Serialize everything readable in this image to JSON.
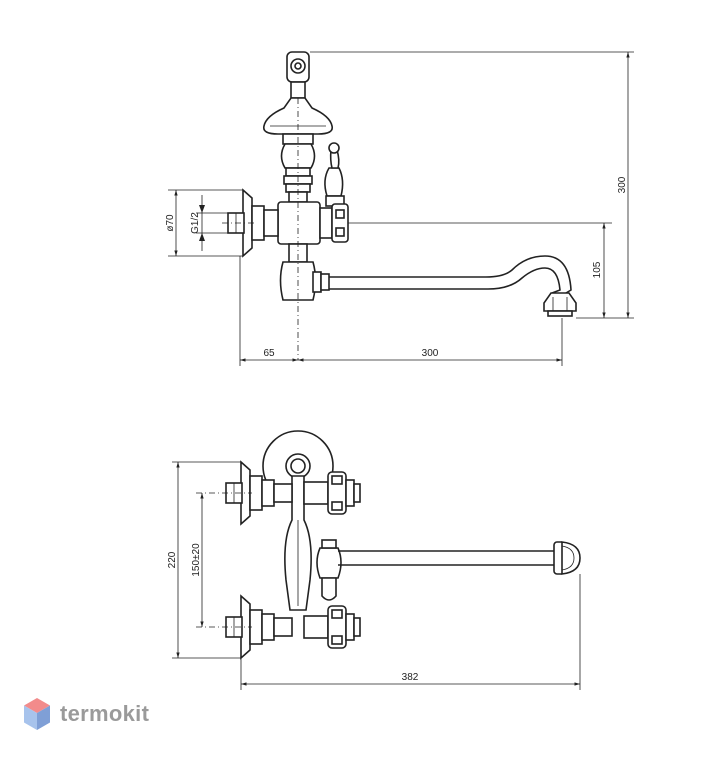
{
  "brand": {
    "name": "termokit",
    "colors": {
      "hex_top": "#f28b8b",
      "hex_left": "#a7c3ec",
      "hex_right": "#7f9fd6",
      "text": "#9a9a9a"
    }
  },
  "side_view": {
    "dimensions": {
      "height_total": "300",
      "spout_drop": "105",
      "flange_diameter": "ø70",
      "thread": "G1/2",
      "wall_offset": "65",
      "spout_reach": "300"
    }
  },
  "top_view": {
    "dimensions": {
      "height_total": "220",
      "center_distance": "150±20",
      "total_reach": "382"
    }
  }
}
